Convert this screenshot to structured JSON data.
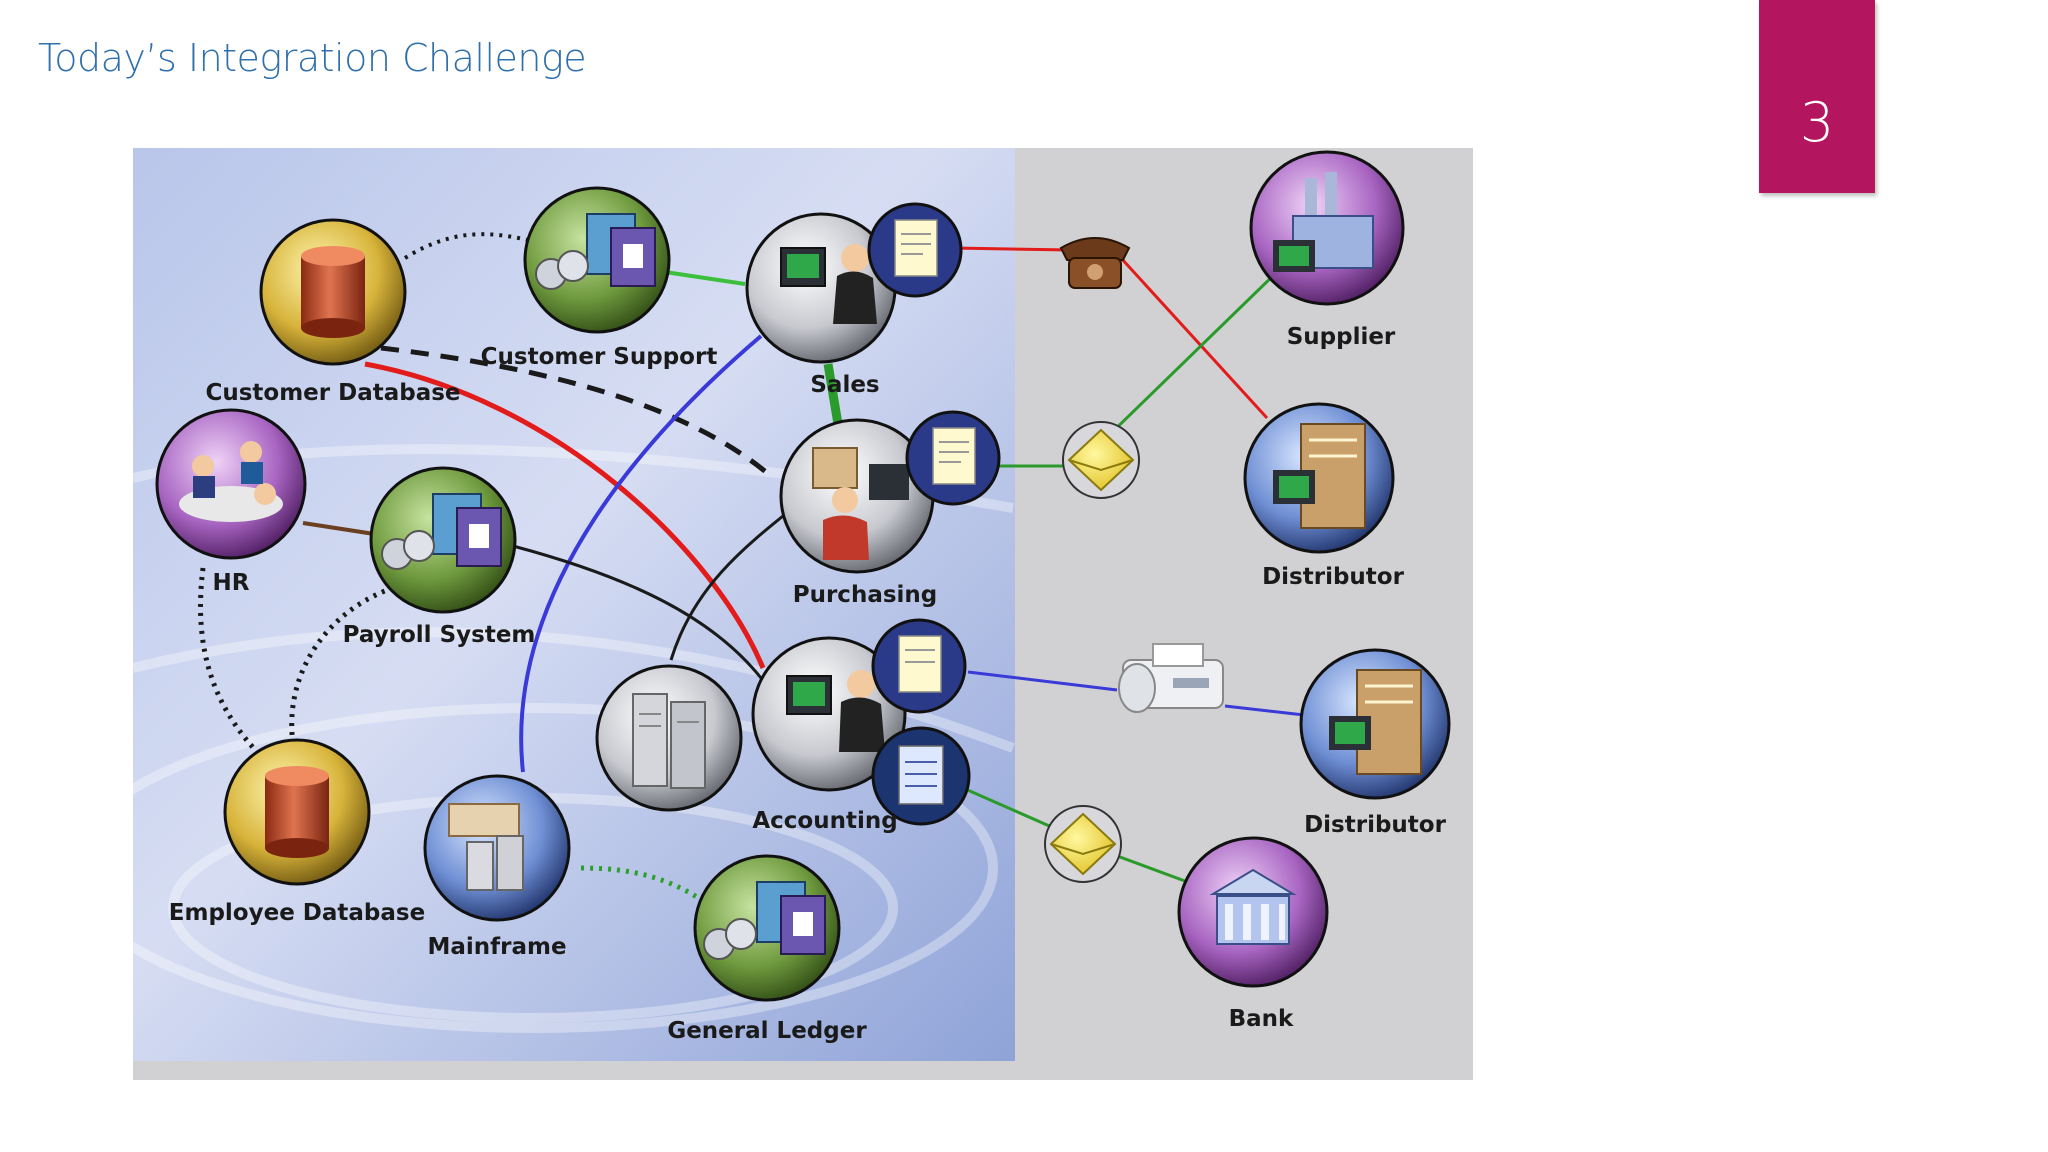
{
  "slide": {
    "title": "Today’s Integration Challenge",
    "page_number": "3",
    "accent_color": "#b3155e",
    "title_color": "#2f6fab"
  },
  "diagram": {
    "nodes": {
      "customer_database": {
        "label": "Customer Database",
        "icon": "database-cylinder-icon"
      },
      "customer_support": {
        "label": "Customer Support",
        "icon": "application-icon"
      },
      "sales": {
        "label": "Sales",
        "icon": "workstation-person-icon"
      },
      "purchasing": {
        "label": "Purchasing",
        "icon": "workstation-person-icon"
      },
      "hr": {
        "label": "HR",
        "icon": "meeting-people-icon"
      },
      "payroll_system": {
        "label": "Payroll System",
        "icon": "application-icon"
      },
      "accounting": {
        "label": "Accounting",
        "icon": "workstation-person-icon"
      },
      "servers": {
        "label": "",
        "icon": "server-rack-icon"
      },
      "employee_database": {
        "label": "Employee Database",
        "icon": "database-cylinder-icon"
      },
      "mainframe": {
        "label": "Mainframe",
        "icon": "mainframe-icon"
      },
      "general_ledger": {
        "label": "General Ledger",
        "icon": "application-icon"
      },
      "supplier": {
        "label": "Supplier",
        "icon": "factory-icon"
      },
      "distributor_1": {
        "label": "Distributor",
        "icon": "office-building-icon"
      },
      "distributor_2": {
        "label": "Distributor",
        "icon": "office-building-icon"
      },
      "bank": {
        "label": "Bank",
        "icon": "bank-icon"
      }
    },
    "channels": [
      "telephone-icon",
      "email-envelope-icon",
      "fax-machine-icon",
      "email-envelope-icon"
    ],
    "documents": [
      "purchase-order-doc-icon",
      "purchase-order-doc-icon",
      "invoice-doc-icon",
      "document-doc-icon"
    ]
  }
}
